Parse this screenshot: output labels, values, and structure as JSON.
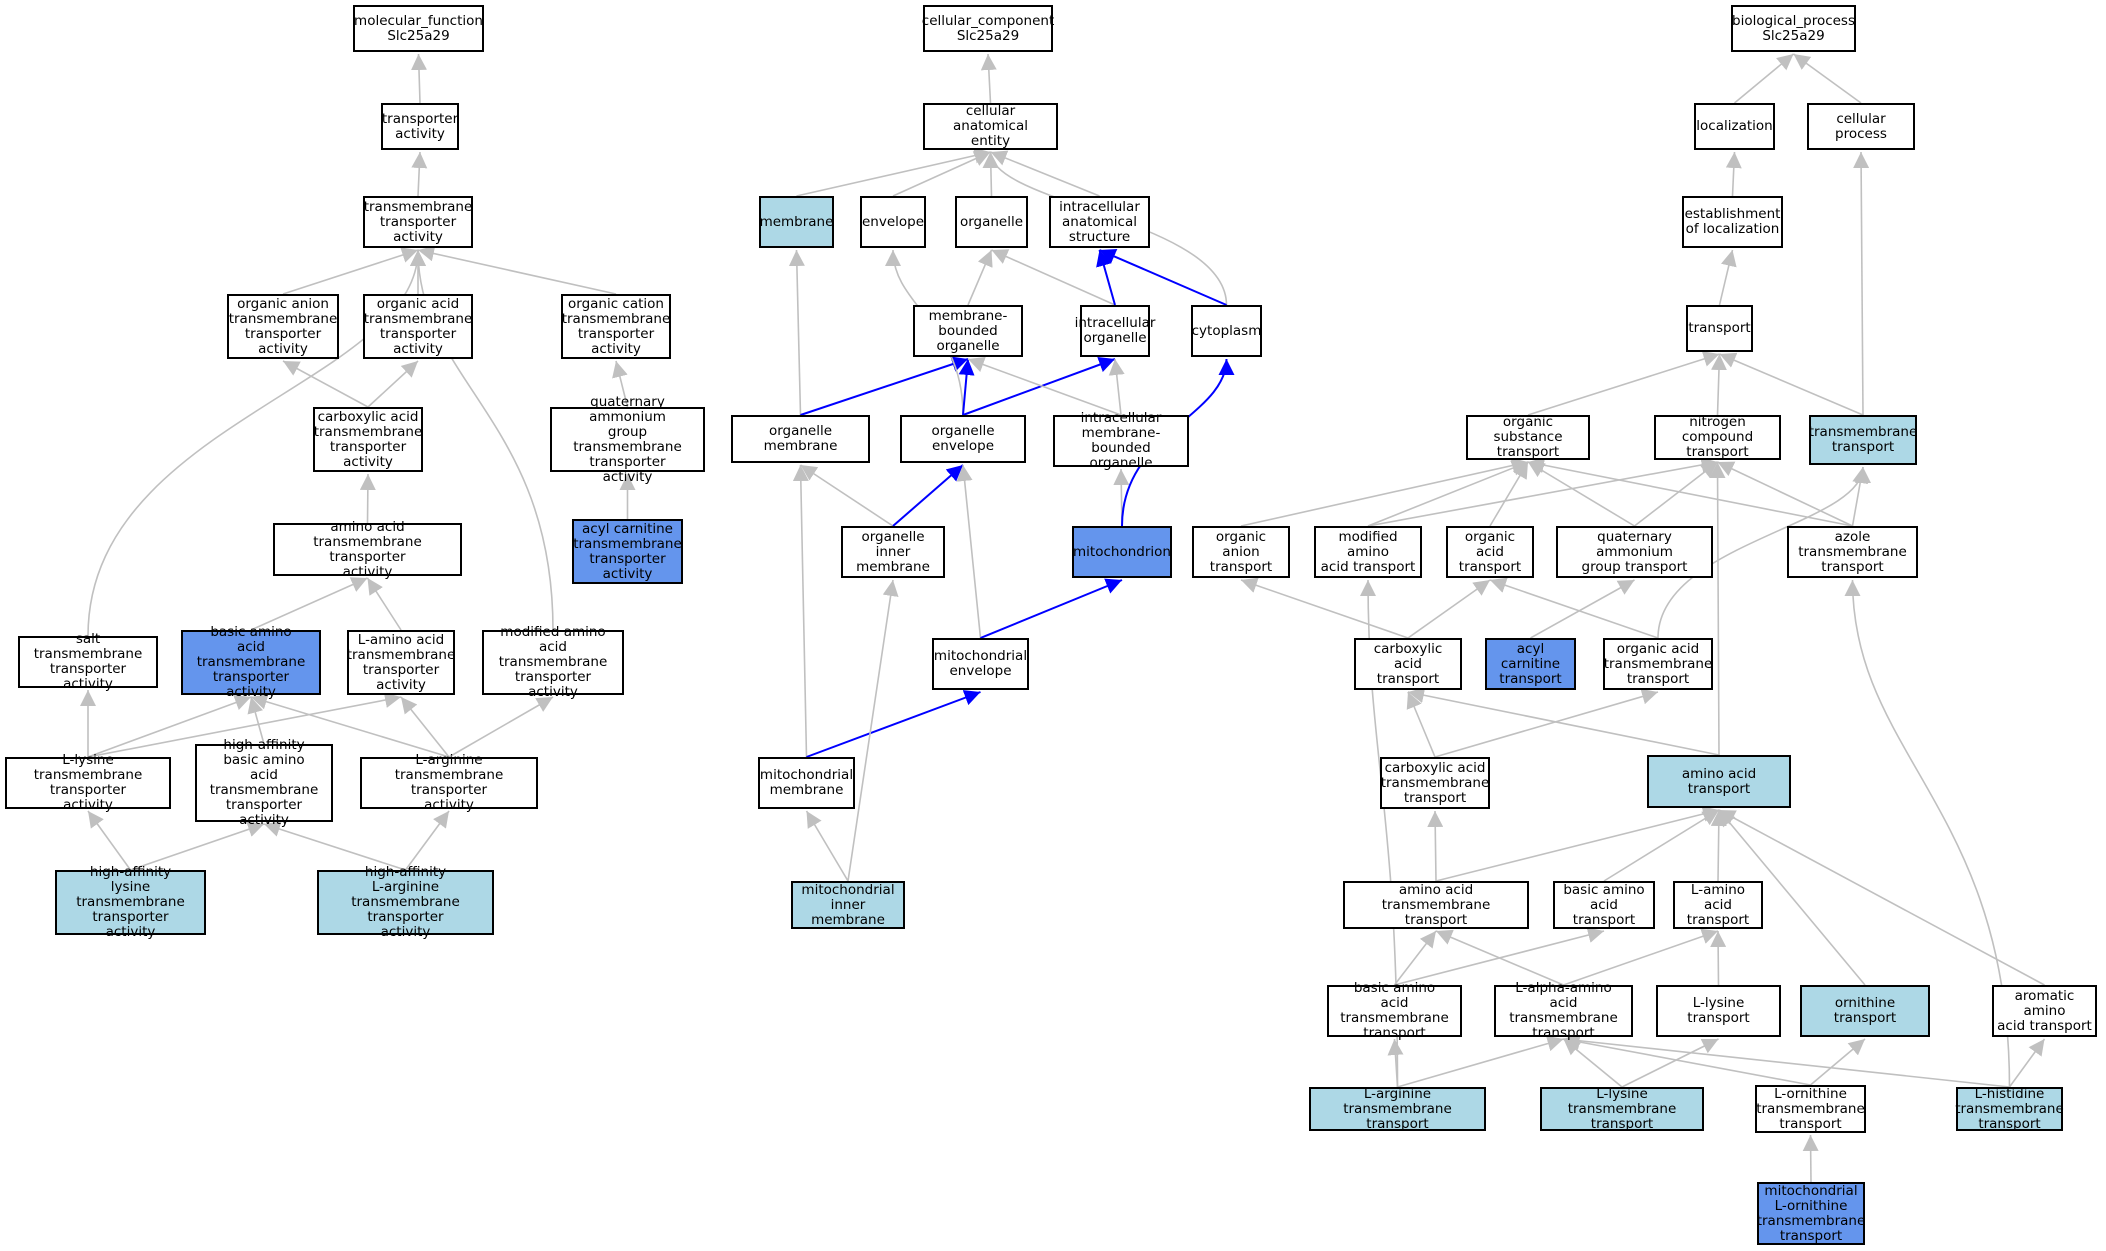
{
  "colors": {
    "default_fill": "#ffffff",
    "light_fill": "#add8e6",
    "dark_fill": "#6495ed",
    "edge_gray": "#c0c0c0",
    "edge_blue": "#0000ff"
  },
  "nodes": [
    {
      "id": "mf",
      "label": "molecular_function\nSlc25a29",
      "fill": "white"
    },
    {
      "id": "ta",
      "label": "transporter\nactivity",
      "fill": "white"
    },
    {
      "id": "tmta",
      "label": "transmembrane\ntransporter\nactivity",
      "fill": "white"
    },
    {
      "id": "oatta",
      "label": "organic anion\ntransmembrane\ntransporter\nactivity",
      "fill": "white"
    },
    {
      "id": "oacta",
      "label": "organic acid\ntransmembrane\ntransporter\nactivity",
      "fill": "white"
    },
    {
      "id": "octa",
      "label": "organic cation\ntransmembrane\ntransporter\nactivity",
      "fill": "white"
    },
    {
      "id": "cata",
      "label": "carboxylic acid\ntransmembrane\ntransporter\nactivity",
      "fill": "white"
    },
    {
      "id": "qaga",
      "label": "quaternary ammonium\ngroup transmembrane\ntransporter\nactivity",
      "fill": "white"
    },
    {
      "id": "aata",
      "label": "amino acid transmembrane\ntransporter\nactivity",
      "fill": "white"
    },
    {
      "id": "acta",
      "label": "acyl carnitine\ntransmembrane\ntransporter\nactivity",
      "fill": "dark"
    },
    {
      "id": "sta",
      "label": "salt transmembrane\ntransporter\nactivity",
      "fill": "white"
    },
    {
      "id": "baata",
      "label": "basic amino\nacid transmembrane\ntransporter\nactivity",
      "fill": "dark"
    },
    {
      "id": "laata",
      "label": "L-amino acid\ntransmembrane\ntransporter\nactivity",
      "fill": "white"
    },
    {
      "id": "maata",
      "label": "modified amino\nacid transmembrane\ntransporter\nactivity",
      "fill": "white"
    },
    {
      "id": "llta",
      "label": "L-lysine transmembrane\ntransporter\nactivity",
      "fill": "white"
    },
    {
      "id": "habta",
      "label": "high-affinity\nbasic amino\nacid transmembrane\ntransporter\nactivity",
      "fill": "white"
    },
    {
      "id": "lata",
      "label": "L-arginine transmembrane\ntransporter\nactivity",
      "fill": "white"
    },
    {
      "id": "hllta",
      "label": "high-affinity\nlysine transmembrane\ntransporter\nactivity",
      "fill": "light"
    },
    {
      "id": "hlata",
      "label": "high-affinity\nL-arginine transmembrane\ntransporter\nactivity",
      "fill": "light"
    },
    {
      "id": "cc",
      "label": "cellular_component\nSlc25a29",
      "fill": "white"
    },
    {
      "id": "cae",
      "label": "cellular anatomical\nentity",
      "fill": "white"
    },
    {
      "id": "mem",
      "label": "membrane",
      "fill": "light"
    },
    {
      "id": "env",
      "label": "envelope",
      "fill": "white"
    },
    {
      "id": "org",
      "label": "organelle",
      "fill": "white"
    },
    {
      "id": "ias",
      "label": "intracellular\nanatomical structure",
      "fill": "white"
    },
    {
      "id": "mbo",
      "label": "membrane-bounded\norganelle",
      "fill": "white"
    },
    {
      "id": "io",
      "label": "intracellular\norganelle",
      "fill": "white"
    },
    {
      "id": "cyt",
      "label": "cytoplasm",
      "fill": "white"
    },
    {
      "id": "om",
      "label": "organelle membrane",
      "fill": "white"
    },
    {
      "id": "oe",
      "label": "organelle envelope",
      "fill": "white"
    },
    {
      "id": "imbo",
      "label": "intracellular\nmembrane-bounded\norganelle",
      "fill": "white"
    },
    {
      "id": "oim",
      "label": "organelle inner\nmembrane",
      "fill": "white"
    },
    {
      "id": "mito",
      "label": "mitochondrion",
      "fill": "dark"
    },
    {
      "id": "me",
      "label": "mitochondrial\nenvelope",
      "fill": "white"
    },
    {
      "id": "mm",
      "label": "mitochondrial\nmembrane",
      "fill": "white"
    },
    {
      "id": "mim",
      "label": "mitochondrial\ninner membrane",
      "fill": "light"
    },
    {
      "id": "bp",
      "label": "biological_process\nSlc25a29",
      "fill": "white"
    },
    {
      "id": "loc",
      "label": "localization",
      "fill": "white"
    },
    {
      "id": "cp",
      "label": "cellular process",
      "fill": "white"
    },
    {
      "id": "eol",
      "label": "establishment\nof localization",
      "fill": "white"
    },
    {
      "id": "tr",
      "label": "transport",
      "fill": "white"
    },
    {
      "id": "ost",
      "label": "organic substance\ntransport",
      "fill": "white"
    },
    {
      "id": "nct",
      "label": "nitrogen compound\ntransport",
      "fill": "white"
    },
    {
      "id": "tmt",
      "label": "transmembrane\ntransport",
      "fill": "light"
    },
    {
      "id": "oant",
      "label": "organic anion\ntransport",
      "fill": "white"
    },
    {
      "id": "maat",
      "label": "modified amino\nacid transport",
      "fill": "white"
    },
    {
      "id": "oact",
      "label": "organic acid\ntransport",
      "fill": "white"
    },
    {
      "id": "qagt",
      "label": "quaternary ammonium\ngroup transport",
      "fill": "white"
    },
    {
      "id": "azt",
      "label": "azole transmembrane\ntransport",
      "fill": "white"
    },
    {
      "id": "cat",
      "label": "carboxylic acid\ntransport",
      "fill": "white"
    },
    {
      "id": "acct",
      "label": "acyl carnitine\ntransport",
      "fill": "dark"
    },
    {
      "id": "oatt",
      "label": "organic acid\ntransmembrane\ntransport",
      "fill": "white"
    },
    {
      "id": "catt",
      "label": "carboxylic acid\ntransmembrane\ntransport",
      "fill": "white"
    },
    {
      "id": "aat",
      "label": "amino acid transport",
      "fill": "light"
    },
    {
      "id": "aatt",
      "label": "amino acid transmembrane\ntransport",
      "fill": "white"
    },
    {
      "id": "baat",
      "label": "basic amino\nacid transport",
      "fill": "white"
    },
    {
      "id": "laat",
      "label": "L-amino acid\ntransport",
      "fill": "white"
    },
    {
      "id": "baatt",
      "label": "basic amino\nacid transmembrane\ntransport",
      "fill": "white"
    },
    {
      "id": "laaatt",
      "label": "L-alpha-amino\nacid transmembrane\ntransport",
      "fill": "white"
    },
    {
      "id": "llt",
      "label": "L-lysine transport",
      "fill": "white"
    },
    {
      "id": "ornt",
      "label": "ornithine transport",
      "fill": "light"
    },
    {
      "id": "arat",
      "label": "aromatic amino\nacid transport",
      "fill": "white"
    },
    {
      "id": "latt",
      "label": "L-arginine transmembrane\ntransport",
      "fill": "light"
    },
    {
      "id": "lltt",
      "label": "L-lysine transmembrane\ntransport",
      "fill": "light"
    },
    {
      "id": "lott",
      "label": "L-ornithine\ntransmembrane\ntransport",
      "fill": "white"
    },
    {
      "id": "lhtt",
      "label": "L-histidine\ntransmembrane\ntransport",
      "fill": "light"
    },
    {
      "id": "mlott",
      "label": "mitochondrial\nL-ornithine\ntransmembrane\ntransport",
      "fill": "dark"
    }
  ],
  "edges": [
    {
      "from": "ta",
      "to": "mf",
      "c": "g"
    },
    {
      "from": "tmta",
      "to": "ta",
      "c": "g"
    },
    {
      "from": "oatta",
      "to": "tmta",
      "c": "g"
    },
    {
      "from": "oacta",
      "to": "tmta",
      "c": "g"
    },
    {
      "from": "octa",
      "to": "tmta",
      "c": "g"
    },
    {
      "from": "sta",
      "to": "tmta",
      "c": "g",
      "curve": true
    },
    {
      "from": "maata",
      "to": "tmta",
      "c": "g",
      "curve": true
    },
    {
      "from": "cata",
      "to": "oatta",
      "c": "g"
    },
    {
      "from": "cata",
      "to": "oacta",
      "c": "g"
    },
    {
      "from": "qaga",
      "to": "octa",
      "c": "g"
    },
    {
      "from": "aata",
      "to": "cata",
      "c": "g"
    },
    {
      "from": "acta",
      "to": "qaga",
      "c": "g"
    },
    {
      "from": "baata",
      "to": "aata",
      "c": "g"
    },
    {
      "from": "laata",
      "to": "aata",
      "c": "g"
    },
    {
      "from": "llta",
      "to": "sta",
      "c": "g"
    },
    {
      "from": "llta",
      "to": "baata",
      "c": "g"
    },
    {
      "from": "llta",
      "to": "laata",
      "c": "g"
    },
    {
      "from": "habta",
      "to": "baata",
      "c": "g"
    },
    {
      "from": "lata",
      "to": "baata",
      "c": "g"
    },
    {
      "from": "lata",
      "to": "laata",
      "c": "g"
    },
    {
      "from": "lata",
      "to": "maata",
      "c": "g"
    },
    {
      "from": "hllta",
      "to": "llta",
      "c": "g"
    },
    {
      "from": "hllta",
      "to": "habta",
      "c": "g"
    },
    {
      "from": "hlata",
      "to": "habta",
      "c": "g"
    },
    {
      "from": "hlata",
      "to": "lata",
      "c": "g"
    },
    {
      "from": "cae",
      "to": "cc",
      "c": "g"
    },
    {
      "from": "mem",
      "to": "cae",
      "c": "g"
    },
    {
      "from": "env",
      "to": "cae",
      "c": "g"
    },
    {
      "from": "org",
      "to": "cae",
      "c": "g"
    },
    {
      "from": "ias",
      "to": "cae",
      "c": "g"
    },
    {
      "from": "cyt",
      "to": "cae",
      "c": "g",
      "curve": true
    },
    {
      "from": "mbo",
      "to": "org",
      "c": "g"
    },
    {
      "from": "io",
      "to": "org",
      "c": "g"
    },
    {
      "from": "io",
      "to": "ias",
      "c": "b"
    },
    {
      "from": "cyt",
      "to": "ias",
      "c": "b"
    },
    {
      "from": "om",
      "to": "mem",
      "c": "g"
    },
    {
      "from": "om",
      "to": "mbo",
      "c": "b"
    },
    {
      "from": "oe",
      "to": "env",
      "c": "g",
      "curve": true
    },
    {
      "from": "oe",
      "to": "mbo",
      "c": "b"
    },
    {
      "from": "oe",
      "to": "io",
      "c": "b"
    },
    {
      "from": "imbo",
      "to": "mbo",
      "c": "g"
    },
    {
      "from": "imbo",
      "to": "io",
      "c": "g"
    },
    {
      "from": "oim",
      "to": "om",
      "c": "g"
    },
    {
      "from": "oim",
      "to": "oe",
      "c": "b"
    },
    {
      "from": "mito",
      "to": "imbo",
      "c": "g"
    },
    {
      "from": "mito",
      "to": "cyt",
      "c": "b",
      "curve": true
    },
    {
      "from": "me",
      "to": "oe",
      "c": "g"
    },
    {
      "from": "me",
      "to": "mito",
      "c": "b"
    },
    {
      "from": "mm",
      "to": "om",
      "c": "g"
    },
    {
      "from": "mm",
      "to": "me",
      "c": "b"
    },
    {
      "from": "mim",
      "to": "mm",
      "c": "g"
    },
    {
      "from": "mim",
      "to": "oim",
      "c": "g"
    },
    {
      "from": "loc",
      "to": "bp",
      "c": "g"
    },
    {
      "from": "cp",
      "to": "bp",
      "c": "g"
    },
    {
      "from": "eol",
      "to": "loc",
      "c": "g"
    },
    {
      "from": "tmt",
      "to": "cp",
      "c": "g"
    },
    {
      "from": "tr",
      "to": "eol",
      "c": "g"
    },
    {
      "from": "ost",
      "to": "tr",
      "c": "g"
    },
    {
      "from": "nct",
      "to": "tr",
      "c": "g"
    },
    {
      "from": "tmt",
      "to": "tr",
      "c": "g"
    },
    {
      "from": "oant",
      "to": "ost",
      "c": "g"
    },
    {
      "from": "maat",
      "to": "ost",
      "c": "g"
    },
    {
      "from": "maat",
      "to": "nct",
      "c": "g"
    },
    {
      "from": "oact",
      "to": "ost",
      "c": "g"
    },
    {
      "from": "qagt",
      "to": "ost",
      "c": "g"
    },
    {
      "from": "qagt",
      "to": "nct",
      "c": "g"
    },
    {
      "from": "azt",
      "to": "ost",
      "c": "g"
    },
    {
      "from": "azt",
      "to": "nct",
      "c": "g"
    },
    {
      "from": "azt",
      "to": "tmt",
      "c": "g"
    },
    {
      "from": "cat",
      "to": "oant",
      "c": "g"
    },
    {
      "from": "cat",
      "to": "oact",
      "c": "g"
    },
    {
      "from": "acct",
      "to": "qagt",
      "c": "g"
    },
    {
      "from": "oatt",
      "to": "oact",
      "c": "g"
    },
    {
      "from": "oatt",
      "to": "tmt",
      "c": "g",
      "curve": true
    },
    {
      "from": "catt",
      "to": "cat",
      "c": "g"
    },
    {
      "from": "catt",
      "to": "oatt",
      "c": "g"
    },
    {
      "from": "aat",
      "to": "cat",
      "c": "g"
    },
    {
      "from": "aat",
      "to": "nct",
      "c": "g",
      "curve": true
    },
    {
      "from": "aatt",
      "to": "catt",
      "c": "g"
    },
    {
      "from": "aatt",
      "to": "aat",
      "c": "g"
    },
    {
      "from": "baat",
      "to": "aat",
      "c": "g"
    },
    {
      "from": "laat",
      "to": "aat",
      "c": "g"
    },
    {
      "from": "ornt",
      "to": "aat",
      "c": "g"
    },
    {
      "from": "arat",
      "to": "aat",
      "c": "g"
    },
    {
      "from": "baatt",
      "to": "aatt",
      "c": "g"
    },
    {
      "from": "baatt",
      "to": "baat",
      "c": "g"
    },
    {
      "from": "laaatt",
      "to": "aatt",
      "c": "g"
    },
    {
      "from": "laaatt",
      "to": "laat",
      "c": "g"
    },
    {
      "from": "llt",
      "to": "laat",
      "c": "g"
    },
    {
      "from": "latt",
      "to": "baatt",
      "c": "g"
    },
    {
      "from": "latt",
      "to": "laaatt",
      "c": "g"
    },
    {
      "from": "latt",
      "to": "maat",
      "c": "g",
      "curve": true
    },
    {
      "from": "lltt",
      "to": "laaatt",
      "c": "g"
    },
    {
      "from": "lltt",
      "to": "llt",
      "c": "g"
    },
    {
      "from": "lott",
      "to": "laaatt",
      "c": "g"
    },
    {
      "from": "lott",
      "to": "ornt",
      "c": "g"
    },
    {
      "from": "lhtt",
      "to": "laaatt",
      "c": "g"
    },
    {
      "from": "lhtt",
      "to": "arat",
      "c": "g"
    },
    {
      "from": "lhtt",
      "to": "azt",
      "c": "g",
      "curve": true
    },
    {
      "from": "mlott",
      "to": "lott",
      "c": "g"
    }
  ]
}
